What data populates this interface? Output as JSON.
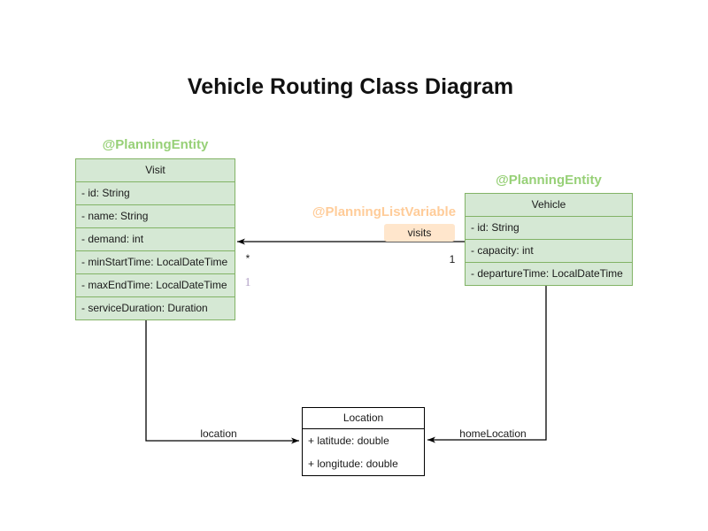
{
  "title": "Vehicle Routing Class Diagram",
  "colors": {
    "class_fill": "#d5e8d4",
    "class_stroke": "#82b366",
    "entity_annotation": "#97d077",
    "list_variable_annotation": "#ffcc99",
    "visits_label_bg": "#ffe6cc",
    "plain_stroke": "#000000",
    "extra_one_label": "#b3a2c7"
  },
  "classes": {
    "visit": {
      "annotation": "@PlanningEntity",
      "name": "Visit",
      "attributes": [
        "- id: String",
        "- name: String",
        "- demand: int",
        "- minStartTime: LocalDateTime",
        "- maxEndTime: LocalDateTime",
        "- serviceDuration: Duration"
      ]
    },
    "vehicle": {
      "annotation": "@PlanningEntity",
      "name": "Vehicle",
      "attributes": [
        "- id: String",
        "- capacity: int",
        "- departureTime: LocalDateTime"
      ]
    },
    "location": {
      "name": "Location",
      "attributes": [
        "+ latitude: double",
        "+ longitude: double"
      ]
    }
  },
  "edges": {
    "visits": {
      "annotation": "@PlanningListVariable",
      "label": "visits",
      "target_multiplicity": "*",
      "source_multiplicity": "1",
      "secondary_label": "1"
    },
    "location": {
      "label": "location"
    },
    "home_location": {
      "label": "homeLocation"
    }
  }
}
